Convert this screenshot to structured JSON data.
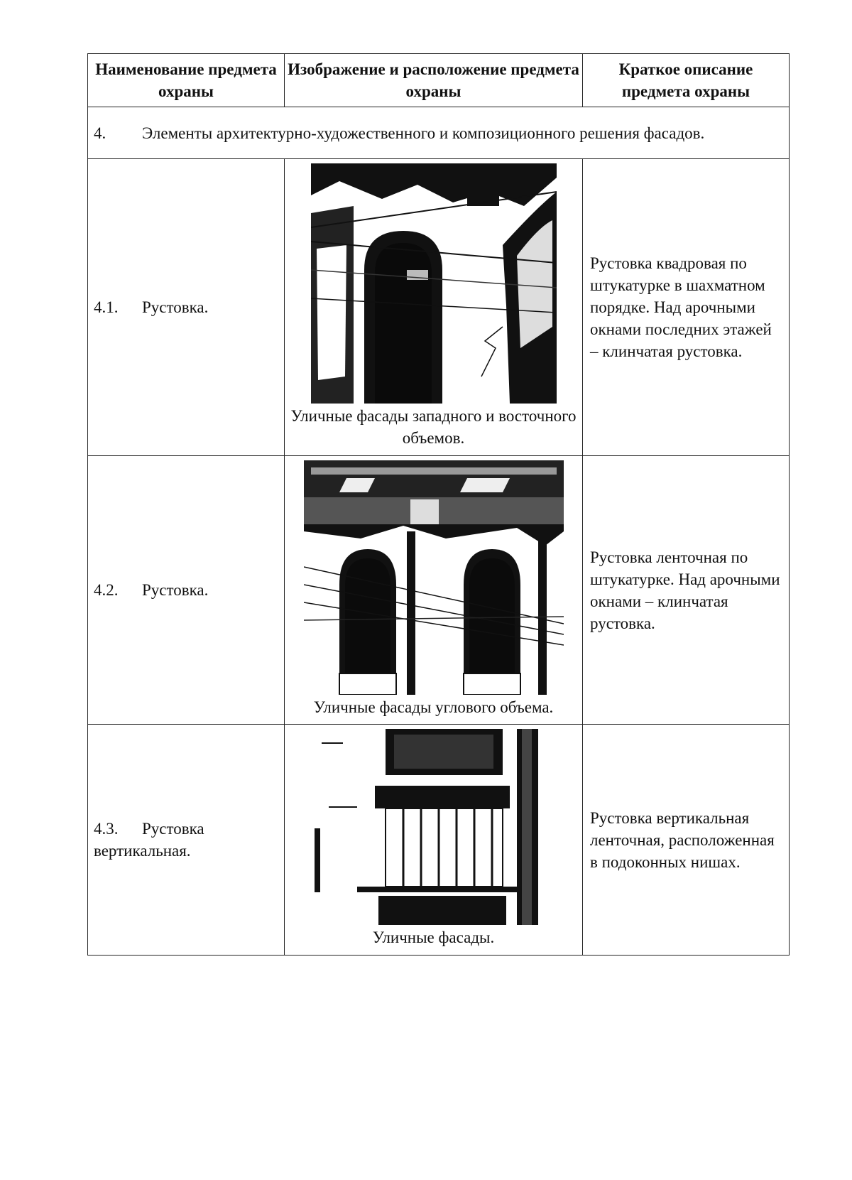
{
  "table": {
    "headers": [
      "Наименование предмета охраны",
      "Изображение и расположение предмета охраны",
      "Краткое описание предмета охраны"
    ],
    "section": {
      "number": "4.",
      "title": "Элементы архитектурно-художественного и композиционного решения фасадов."
    },
    "rows": [
      {
        "number": "4.1.",
        "name": "Рустовка.",
        "caption": "Уличные фасады западного и восточного объемов.",
        "description": "Рустовка квадровая по штукатурке в шахматном порядке. Над арочными окнами последних этажей – клинчатая рустовка."
      },
      {
        "number": "4.2.",
        "name": "Рустовка.",
        "caption": "Уличные фасады углового объема.",
        "description": "Рустовка ленточная по штукатурке. Над арочными окнами – клинчатая рустовка."
      },
      {
        "number": "4.3.",
        "name": "Рустовка вертикальная.",
        "caption": "Уличные фасады.",
        "description": "Рустовка вертикальная ленточная, расположенная в подоконных нишах."
      }
    ]
  }
}
